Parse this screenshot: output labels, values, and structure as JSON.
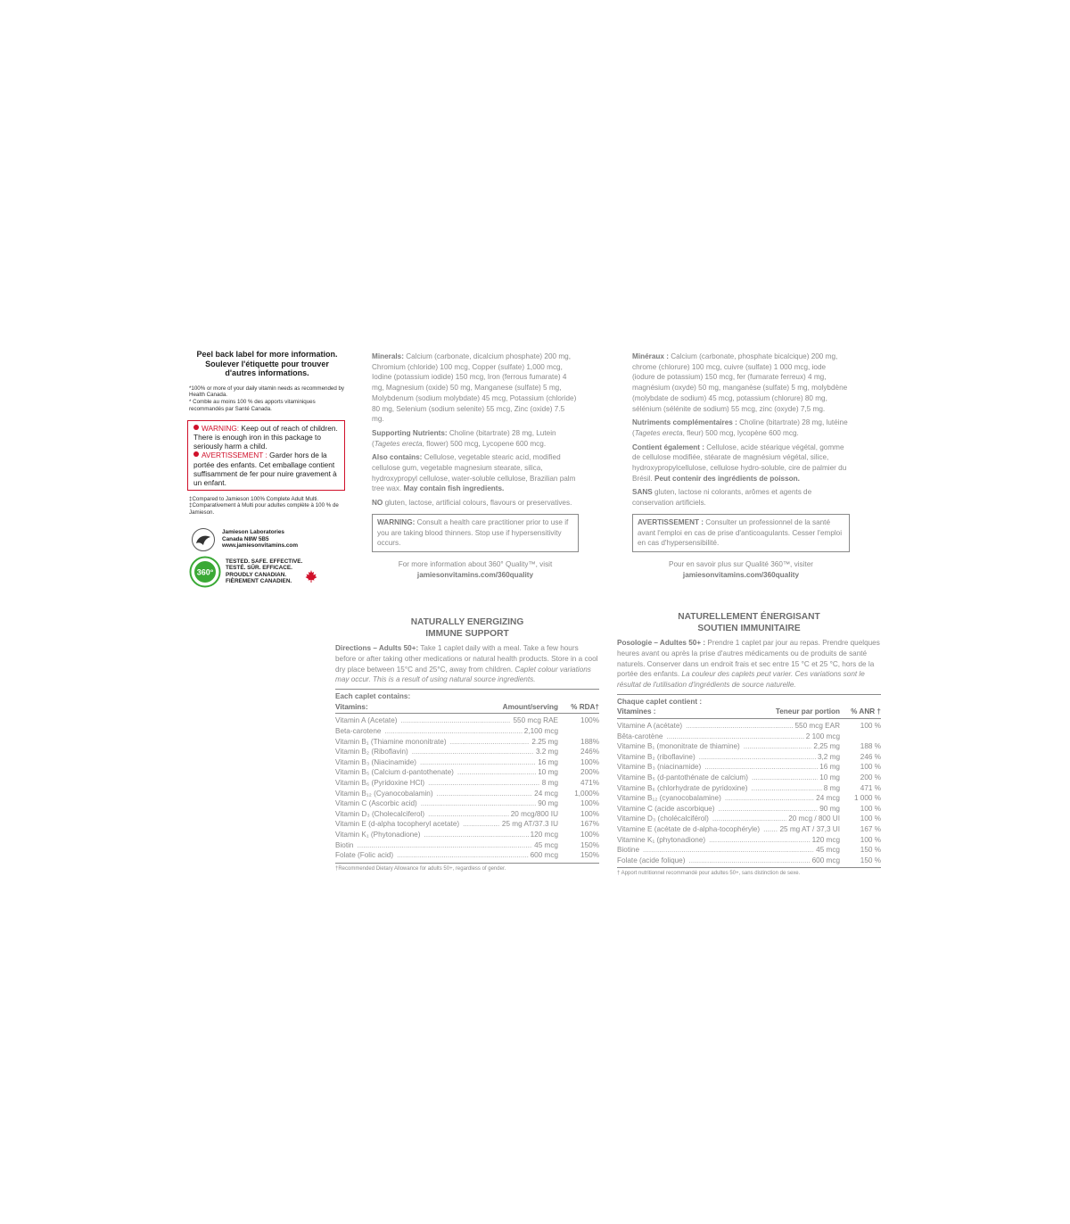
{
  "left": {
    "peel_en": "Peel back label for more information.",
    "peel_fr": "Soulever l'étiquette pour trouver d'autres informations.",
    "note_en": "*100% or more of your daily vitamin needs as recommended by Health Canada.",
    "note_fr": "* Comble au moins 100 % des apports vitaminiques recommandés par Santé Canada.",
    "warning_label": "WARNING:",
    "warning_text": "Keep out of reach of children. There is enough iron in this package to seriously harm a child.",
    "avert_label": "AVERTISSEMENT :",
    "avert_text": "Garder hors de la portée des enfants. Cet emballage contient suffisamment de fer pour nuire gravement à un enfant.",
    "compare_en": "‡Compared to Jamieson 100% Complete Adult Multi.",
    "compare_fr": "‡Comparativement à Multi pour adultes complète à 100 % de Jamieson.",
    "company_1": "Jamieson Laboratories",
    "company_2": "Canada N8W 5B5",
    "company_3": "www.jamiesonvitamins.com",
    "badge_1": "TESTED. SAFE. EFFECTIVE.",
    "badge_2": "TESTÉ. SÛR. EFFICACE.",
    "badge_3": "PROUDLY CANADIAN.",
    "badge_4": "FIÈREMENT CANADIEN.",
    "badge_icon_text": "360°"
  },
  "mid_en": {
    "minerals_label": "Minerals:",
    "minerals_text": "Calcium (carbonate, dicalcium phosphate) 200 mg, Chromium (chloride) 100 mcg, Copper (sulfate) 1,000 mcg, Iodine (potassium iodide) 150 mcg, Iron (ferrous fumarate) 4 mg, Magnesium (oxide) 50 mg, Manganese (sulfate) 5 mg, Molybdenum (sodium molybdate) 45 mcg, Potassium (chloride) 80 mg, Selenium (sodium selenite) 55 mcg, Zinc (oxide) 7.5 mg.",
    "supporting_label": "Supporting Nutrients:",
    "supporting_text_a": "Choline (bitartrate) 28 mg, Lutein (",
    "supporting_italic": "Tagetes erecta",
    "supporting_text_b": ", flower) 500 mcg, Lycopene 600 mcg.",
    "also_label": "Also contains:",
    "also_text": "Cellulose, vegetable stearic acid, modified cellulose gum, vegetable magnesium stearate, silica, hydroxypropyl cellulose, water-soluble cellulose, Brazilian palm tree wax.",
    "fish": "May contain fish ingredients.",
    "no_label": "NO",
    "no_text": "gluten, lactose, artificial colours, flavours or preservatives.",
    "warn_label": "WARNING:",
    "warn_text": "Consult a health care practitioner prior to use if you are taking blood thinners. Stop use if hypersensitivity occurs.",
    "more_1": "For more information about 360° Quality™, visit",
    "more_2": "jamiesonvitamins.com/360quality"
  },
  "mid_fr": {
    "minerals_label": "Minéraux :",
    "minerals_text": "Calcium (carbonate, phosphate bicalcique) 200 mg, chrome (chlorure) 100 mcg, cuivre (sulfate) 1 000 mcg, iode (iodure de potassium) 150 mcg, fer (fumarate ferreux) 4 mg, magnésium (oxyde) 50 mg, manganèse (sulfate) 5 mg, molybdène (molybdate de sodium) 45 mcg, potassium (chlorure) 80 mg, sélénium (sélénite de sodium) 55 mcg, zinc (oxyde) 7,5 mg.",
    "supporting_label": "Nutriments complémentaires :",
    "supporting_text_a": "Choline (bitartrate) 28 mg, lutéine (",
    "supporting_italic": "Tagetes erecta",
    "supporting_text_b": ", fleur) 500 mcg, lycopène 600 mcg.",
    "also_label": "Contient également :",
    "also_text": "Cellulose, acide stéarique végétal, gomme de cellulose modifiée, stéarate de magnésium végétal, silice, hydroxypropylcellulose, cellulose hydro-soluble, cire de palmier du Brésil.",
    "fish": "Peut contenir des ingrédients de poisson.",
    "no_label": "SANS",
    "no_text": "gluten, lactose ni colorants, arômes et agents de conservation artificiels.",
    "warn_label": "AVERTISSEMENT :",
    "warn_text": "Consulter un professionnel de la santé avant l'emploi en cas de prise d'anticoagulants. Cesser l'emploi en cas d'hypersensibilité.",
    "more_1": "Pour en savoir plus sur Qualité 360™, visiter",
    "more_2": "jamiesonvitamins.com/360quality"
  },
  "table_en": {
    "title_1": "NATURALLY ENERGIZING",
    "title_2": "IMMUNE SUPPORT",
    "dir_label": "Directions – Adults 50+:",
    "dir_text": "Take 1 caplet daily with a meal. Take a few hours before or after taking other medications or natural health products. Store in a cool dry place between 15°C and 25°C, away from children.",
    "dir_italic": "Caplet colour variations may occur. This is a result of using natural source ingredients.",
    "each": "Each caplet contains:",
    "col_1": "Vitamins:",
    "col_2": "Amount/serving",
    "col_3": "% RDA†",
    "rows": [
      {
        "name": "Vitamin A (Acetate)",
        "amount": "550 mcg RAE",
        "pct": "100%"
      },
      {
        "name": "Beta-carotene",
        "amount": "2,100 mcg",
        "pct": ""
      },
      {
        "name": "Vitamin B₁ (Thiamine mononitrate)",
        "amount": "2.25 mg",
        "pct": "188%"
      },
      {
        "name": "Vitamin B₂ (Riboflavin)",
        "amount": "3.2 mg",
        "pct": "246%"
      },
      {
        "name": "Vitamin B₃ (Niacinamide)",
        "amount": "16 mg",
        "pct": "100%"
      },
      {
        "name": "Vitamin B₅ (Calcium d-pantothenate)",
        "amount": "10 mg",
        "pct": "200%"
      },
      {
        "name": "Vitamin B₆ (Pyridoxine HCl)",
        "amount": "8 mg",
        "pct": "471%"
      },
      {
        "name": "Vitamin B₁₂ (Cyanocobalamin)",
        "amount": "24 mcg",
        "pct": "1,000%"
      },
      {
        "name": "Vitamin C (Ascorbic acid)",
        "amount": "90 mg",
        "pct": "100%"
      },
      {
        "name": "Vitamin D₃ (Cholecalciferol)",
        "amount": "20 mcg/800 IU",
        "pct": "100%"
      },
      {
        "name": "Vitamin E (d-alpha tocopheryl acetate)",
        "amount": "25 mg AT/37.3 IU",
        "pct": "167%"
      },
      {
        "name": "Vitamin K₁ (Phytonadione)",
        "amount": "120 mcg",
        "pct": "100%"
      },
      {
        "name": "Biotin",
        "amount": "45 mcg",
        "pct": "150%"
      },
      {
        "name": "Folate (Folic acid)",
        "amount": "600 mcg",
        "pct": "150%"
      }
    ],
    "foot": "†Recommended Dietary Allowance for adults 50+, regardless of gender."
  },
  "table_fr": {
    "title_1": "NATURELLEMENT ÉNERGISANT",
    "title_2": "SOUTIEN IMMUNITAIRE",
    "dir_label": "Posologie – Adultes 50+ :",
    "dir_text": "Prendre 1 caplet par jour au repas. Prendre quelques heures avant ou après la prise d'autres médicaments ou de produits de santé naturels. Conserver dans un endroit frais et sec entre 15 °C et 25 °C, hors de la portée des enfants.",
    "dir_italic": "La couleur des caplets peut varier. Ces variations sont le résultat de l'utilisation d'ingrédients de source naturelle.",
    "each": "Chaque caplet contient :",
    "col_1": "Vitamines :",
    "col_2": "Teneur par portion",
    "col_3": "% ANR †",
    "rows": [
      {
        "name": "Vitamine A (acétate)",
        "amount": "550 mcg EAR",
        "pct": "100 %"
      },
      {
        "name": "Bêta-carotène",
        "amount": "2 100 mcg",
        "pct": ""
      },
      {
        "name": "Vitamine B₁ (mononitrate de thiamine)",
        "amount": "2,25 mg",
        "pct": "188 %"
      },
      {
        "name": "Vitamine B₂ (riboflavine)",
        "amount": "3,2 mg",
        "pct": "246 %"
      },
      {
        "name": "Vitamine B₃ (niacinamide)",
        "amount": "16 mg",
        "pct": "100 %"
      },
      {
        "name": "Vitamine B₅ (d-pantothénate de calcium)",
        "amount": "10 mg",
        "pct": "200 %"
      },
      {
        "name": "Vitamine B₆ (chlorhydrate de pyridoxine)",
        "amount": "8 mg",
        "pct": "471 %"
      },
      {
        "name": "Vitamine B₁₂ (cyanocobalamine)",
        "amount": "24 mcg",
        "pct": "1 000 %"
      },
      {
        "name": "Vitamine C (acide ascorbique)",
        "amount": "90 mg",
        "pct": "100 %"
      },
      {
        "name": "Vitamine D₃ (cholécalciférol)",
        "amount": "20 mcg / 800 UI",
        "pct": "100 %"
      },
      {
        "name": "Vitamine E (acétate de d-alpha-tocophéryle)",
        "amount": "25 mg AT / 37,3 UI",
        "pct": "167 %"
      },
      {
        "name": "Vitamine K₁ (phytonadione)",
        "amount": "120 mcg",
        "pct": "100 %"
      },
      {
        "name": "Biotine",
        "amount": "45 mcg",
        "pct": "150 %"
      },
      {
        "name": "Folate (acide folique)",
        "amount": "600 mcg",
        "pct": "150 %"
      }
    ],
    "foot": "† Apport nutritionnel recommandé pour adultes 50+, sans distinction de sexe."
  },
  "colors": {
    "warning_red": "#d0102a",
    "text_grey": "#8a8a8a",
    "badge_green": "#3aa935"
  }
}
